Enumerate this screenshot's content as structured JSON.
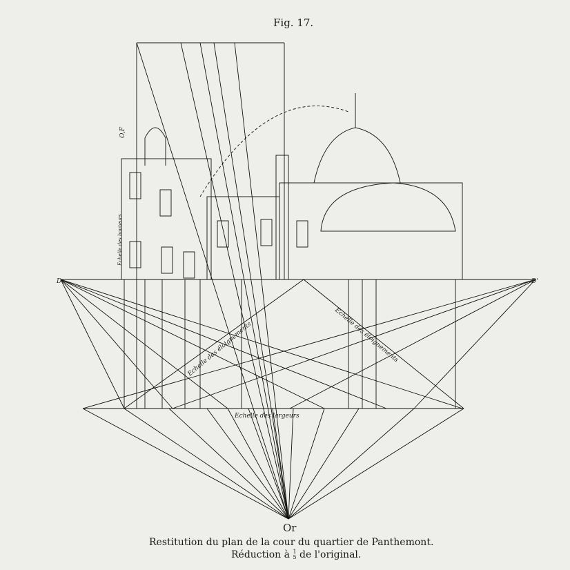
{
  "figure": {
    "title": "Fig. 17.",
    "caption_line1": "Restitution du plan de la cour du quartier de Panthemont.",
    "caption_line2_before": "Réduction à",
    "caption_fraction_num": "1",
    "caption_fraction_den": "5",
    "caption_line2_after": "de l'original."
  },
  "labels": {
    "point_left": "D",
    "point_right": "D'",
    "point_bottom": "Or",
    "point_of": "O,F",
    "scale_depth_left": "Echelle des éloignements",
    "scale_depth_right": "Echelle des éloignements",
    "scale_width": "Echelle des largeurs",
    "scale_height": "Echelle des hauteurs"
  }
}
